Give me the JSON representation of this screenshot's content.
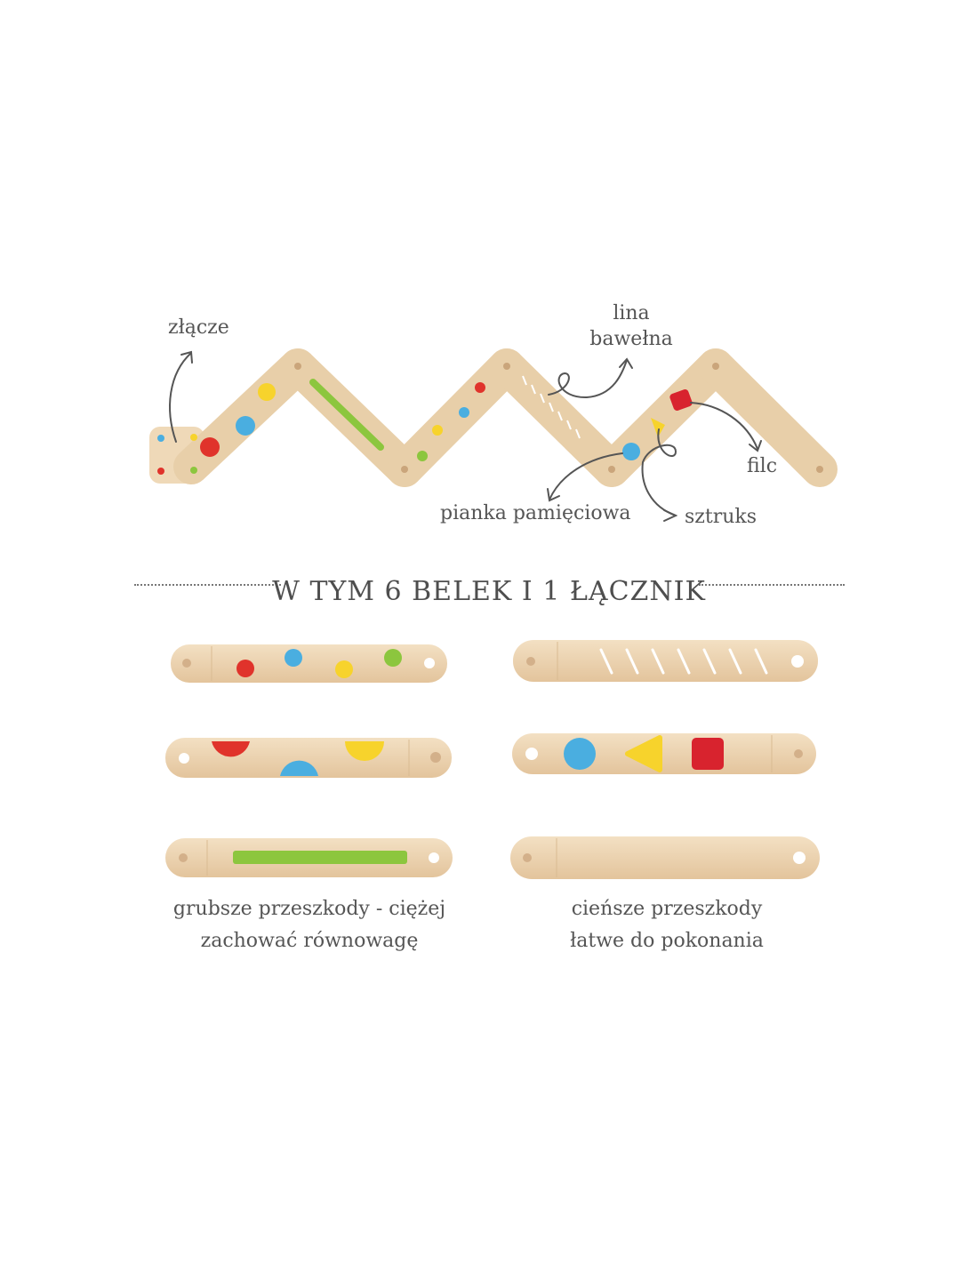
{
  "labels": {
    "connector": "złącze",
    "rope_line1": "lina",
    "rope_line2": "bawełna",
    "felt": "filc",
    "memory_foam": "pianka pamięciowa",
    "corduroy": "sztruks"
  },
  "heading": "W TYM 6 BELEK I 1 ŁĄCZNIK",
  "captions": {
    "left_line1": "grubsze przeszkody - ciężej",
    "left_line2": "zachować równowagę",
    "right_line1": "cieńsze przeszkody",
    "right_line2": "łatwe do pokonania"
  },
  "colors": {
    "wood": "#ecd4b2",
    "red": "#e0332b",
    "blue": "#4aaee0",
    "yellow": "#f7d32c",
    "green": "#8cc63e",
    "text": "#555555"
  }
}
